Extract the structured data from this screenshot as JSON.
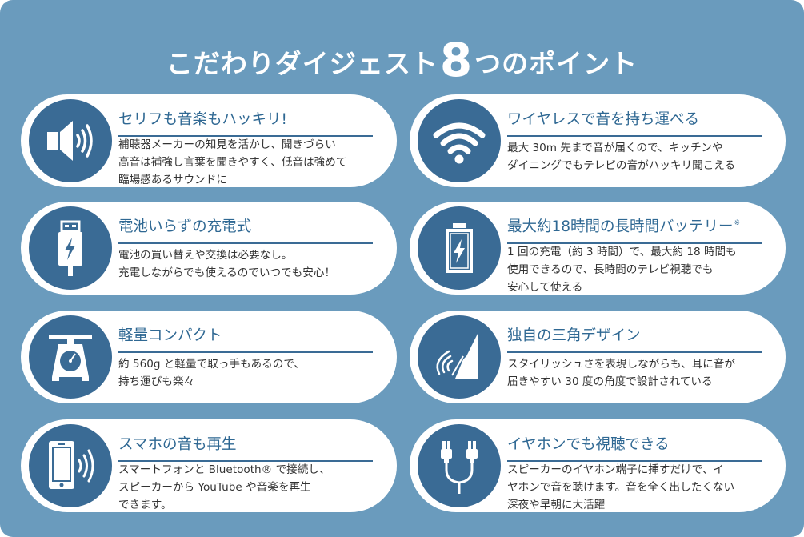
{
  "page": {
    "title_prefix": "こだわりダイジェスト",
    "title_number": "8",
    "title_suffix": "つのポイント",
    "colors": {
      "background": "#6a9bbd",
      "icon_circle": "#3a6b95",
      "heading": "#2f6893",
      "body_text": "#333333",
      "card": "#ffffff"
    }
  },
  "points": [
    {
      "icon": "speaker-icon",
      "title": "セリフも音楽もハッキリ!",
      "title_note": "",
      "lines": [
        "補聴器メーカーの知見を活かし、聞きづらい",
        "高音は補強し言葉を聞きやすく、低音は強めて",
        "臨場感あるサウンドに"
      ]
    },
    {
      "icon": "wifi-icon",
      "title": "ワイヤレスで音を持ち運べる",
      "title_note": "",
      "lines": [
        "最大 30m 先まで音が届くので、キッチンや",
        "ダイニングでもテレビの音がハッキリ聞こえる"
      ]
    },
    {
      "icon": "usb-charge-icon",
      "title": "電池いらずの充電式",
      "title_note": "",
      "lines": [
        "電池の買い替えや交換は必要なし。",
        "充電しながらでも使えるのでいつでも安心！"
      ]
    },
    {
      "icon": "battery-icon",
      "title": "最大約18時間の長時間バッテリー",
      "title_note": "※",
      "lines": [
        "1 回の充電（約 3 時間）で、最大約 18 時間も",
        "使用できるので、長時間のテレビ視聴でも",
        "安心して使える"
      ]
    },
    {
      "icon": "scale-icon",
      "title": "軽量コンパクト",
      "title_note": "",
      "lines": [
        "約 560g と軽量で取っ手もあるので、",
        "持ち運びも楽々"
      ]
    },
    {
      "icon": "triangle-speaker-icon",
      "title": "独自の三角デザイン",
      "title_note": "",
      "lines": [
        "スタイリッシュさを表現しながらも、耳に音が",
        "届きやすい 30 度の角度で設計されている"
      ]
    },
    {
      "icon": "smartphone-sound-icon",
      "title": "スマホの音も再生",
      "title_note": "",
      "lines": [
        "スマートフォンと Bluetooth® で接続し、",
        "スピーカーから YouTube や音楽を再生",
        "できます。"
      ]
    },
    {
      "icon": "earphones-icon",
      "title": "イヤホンでも視聴できる",
      "title_note": "",
      "lines": [
        "スピーカーのイヤホン端子に挿すだけで、イ",
        "ヤホンで音を聴けます。音を全く出したくない",
        "深夜や早朝に大活躍"
      ]
    }
  ]
}
